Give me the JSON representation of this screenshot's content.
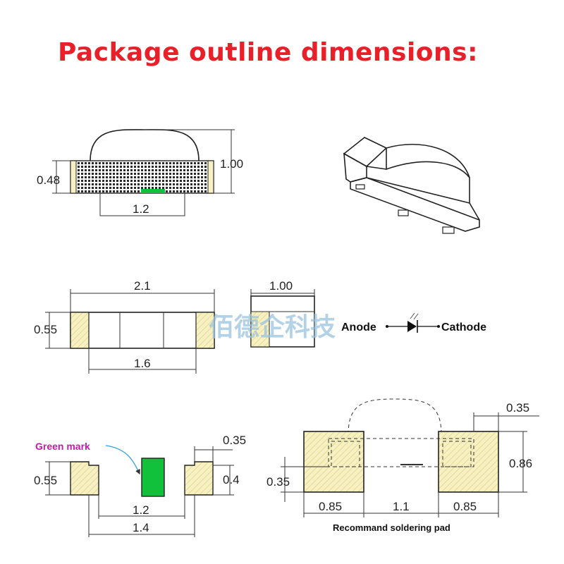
{
  "title": "Package outline dimensions:",
  "side_view": {
    "height_total": "1.00",
    "height_body": "0.48",
    "pad_width": "1.2"
  },
  "front_view": {
    "length": "2.1",
    "height": "0.55",
    "inner": "1.6"
  },
  "end_view": {
    "width": "1.00"
  },
  "polarity": {
    "anode": "Anode",
    "cathode": "Cathode"
  },
  "watermark": "佰德企科技",
  "bottom_view": {
    "label": "Green mark",
    "pad_width": "0.35",
    "height": "0.55",
    "pad_height": "0.4",
    "inner": "1.2",
    "outer": "1.4"
  },
  "solder_pad": {
    "top": "0.35",
    "height": "0.86",
    "left_gap": "0.35",
    "pad_left": "0.85",
    "gap": "1.1",
    "pad_right": "0.85",
    "caption": "Recommand soldering pad"
  },
  "colors": {
    "title": "#e8202a",
    "pad": "#f7f0c2",
    "green": "#12c13b",
    "mark_label": "#c41aa8",
    "watermark": "#9cc3e0"
  }
}
